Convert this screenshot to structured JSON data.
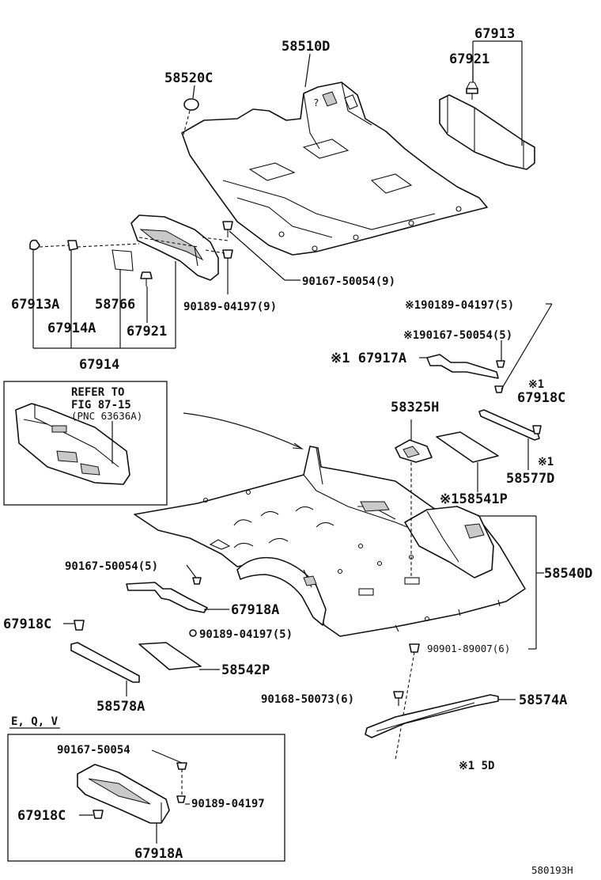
{
  "labels": {
    "p58510D": "58510D",
    "p67913": "67913",
    "p67921_top": "67921",
    "p58520C": "58520C",
    "p90167_50054_9": "90167-50054(9)",
    "p90189_04197_9": "90189-04197(9)",
    "p67913A": "67913A",
    "p58766": "58766",
    "p67914A": "67914A",
    "p67921_left": "67921",
    "p67914": "67914",
    "p90189_04197_5_top": "※190189-04197(5)",
    "p90167_50054_5_top": "※190167-50054(5)",
    "p67917A": "※1 67917A",
    "mark_67918C": "※1",
    "p67918C_right": "67918C",
    "p58325H": "58325H",
    "mark_58577D": "※1",
    "p58577D": "58577D",
    "p58541P": "※158541P",
    "refer_line1": "REFER TO",
    "refer_line2": "FIG 87-15",
    "refer_line3": "(PNC 63636A)",
    "p58540D": "58540D",
    "p90167_50054_5_left": "90167-50054(5)",
    "p67918A": "67918A",
    "p67918C_left": "67918C",
    "p90189_04197_5_mid": "90189-04197(5)",
    "p90901_89007_6": "90901-89007(6)",
    "p58542P": "58542P",
    "p58578A": "58578A",
    "p90168_50073_6": "90168-50073(6)",
    "p58574A": "58574A",
    "note_5D": "※1   5D",
    "eqv_label": "E, Q, V",
    "inset_90167_50054": "90167-50054",
    "inset_90189_04197": "90189-04197",
    "inset_67918C": "67918C",
    "inset_67918A": "67918A",
    "fig_code": "580193H"
  }
}
